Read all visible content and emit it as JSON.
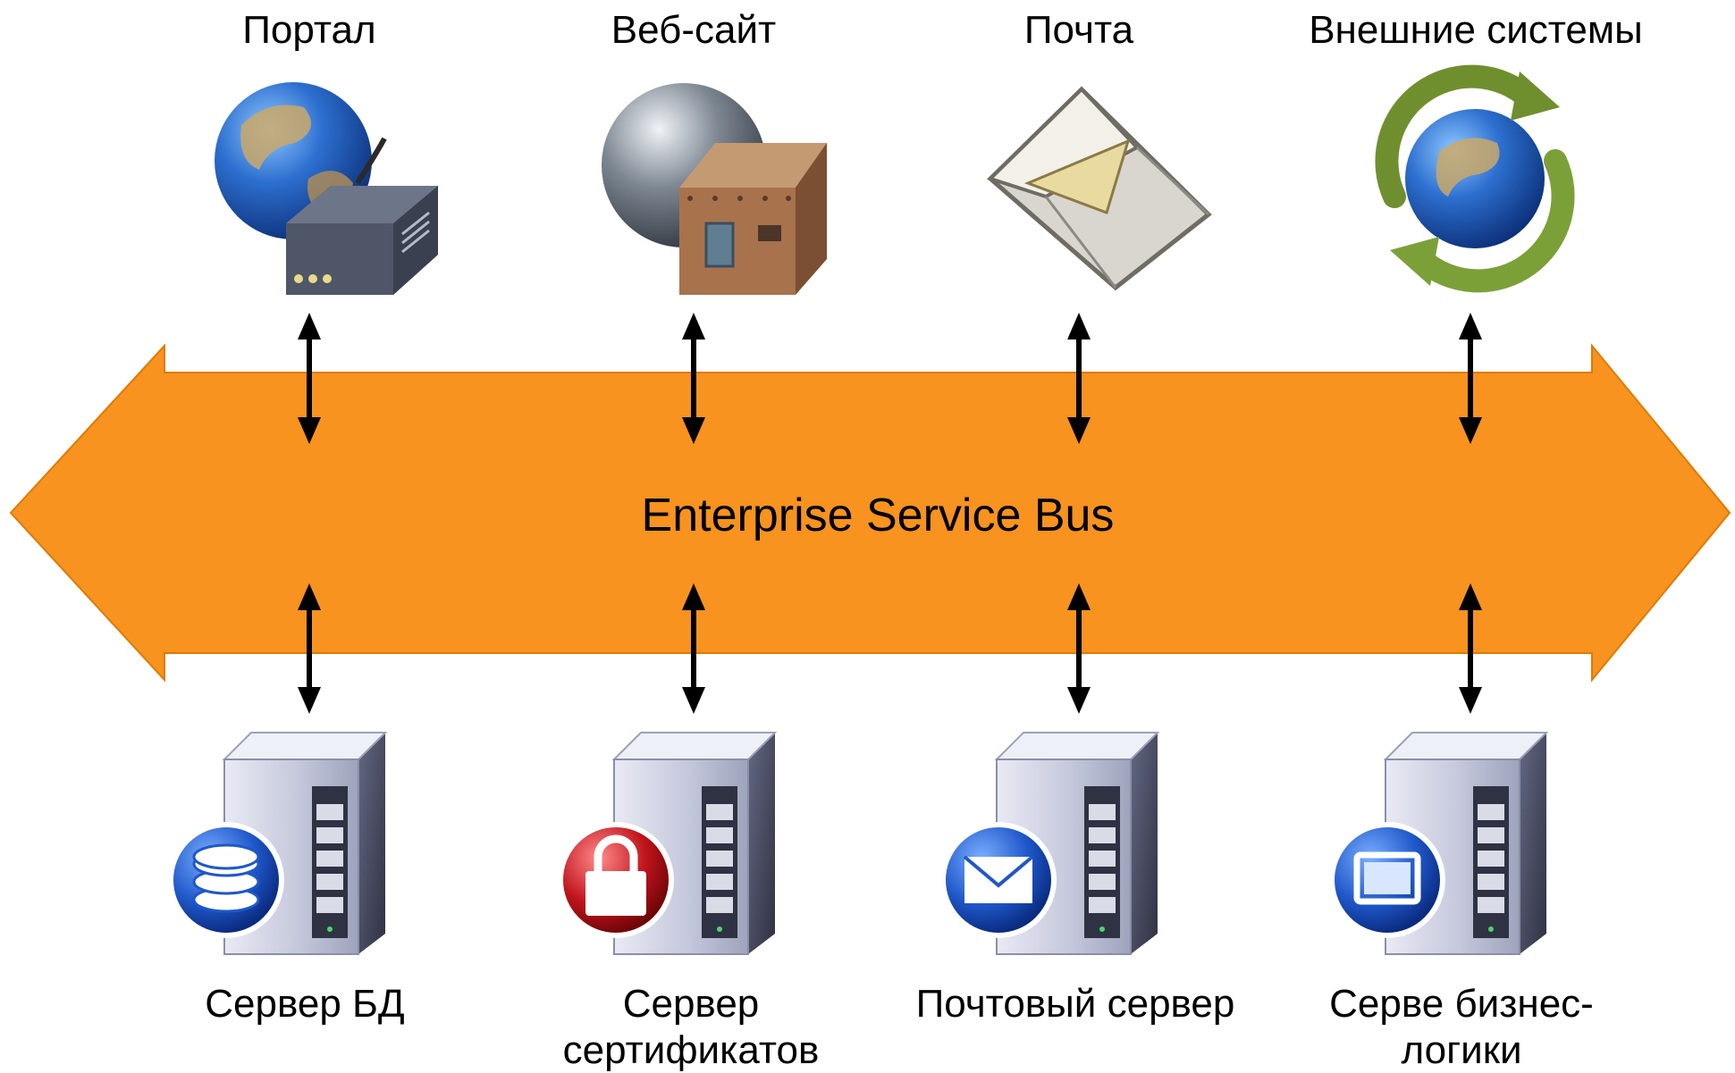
{
  "diagram": {
    "bus": {
      "label": "Enterprise Service Bus",
      "fill": "#f7931e",
      "stroke": "#e07a00"
    },
    "arrows": {
      "color": "#000000"
    },
    "top_nodes": [
      {
        "label": "Портал",
        "icon": "globe-router-icon"
      },
      {
        "label": "Веб-сайт",
        "icon": "globe-building-icon"
      },
      {
        "label": "Почта",
        "icon": "envelope-icon"
      },
      {
        "label": "Внешние системы",
        "icon": "globe-sync-icon"
      }
    ],
    "bottom_nodes": [
      {
        "label_line1": "Сервер БД",
        "label_line2": "",
        "icon": "database-server-icon",
        "badge_color": "#1f57c9"
      },
      {
        "label_line1": "Сервер",
        "label_line2": "сертификатов",
        "icon": "lock-server-icon",
        "badge_color": "#c0141c"
      },
      {
        "label_line1": "Почтовый сервер",
        "label_line2": "",
        "icon": "mail-server-icon",
        "badge_color": "#1f57c9"
      },
      {
        "label_line1": "Серве бизнес-",
        "label_line2": "логики",
        "icon": "app-server-icon",
        "badge_color": "#1f57c9"
      }
    ]
  }
}
